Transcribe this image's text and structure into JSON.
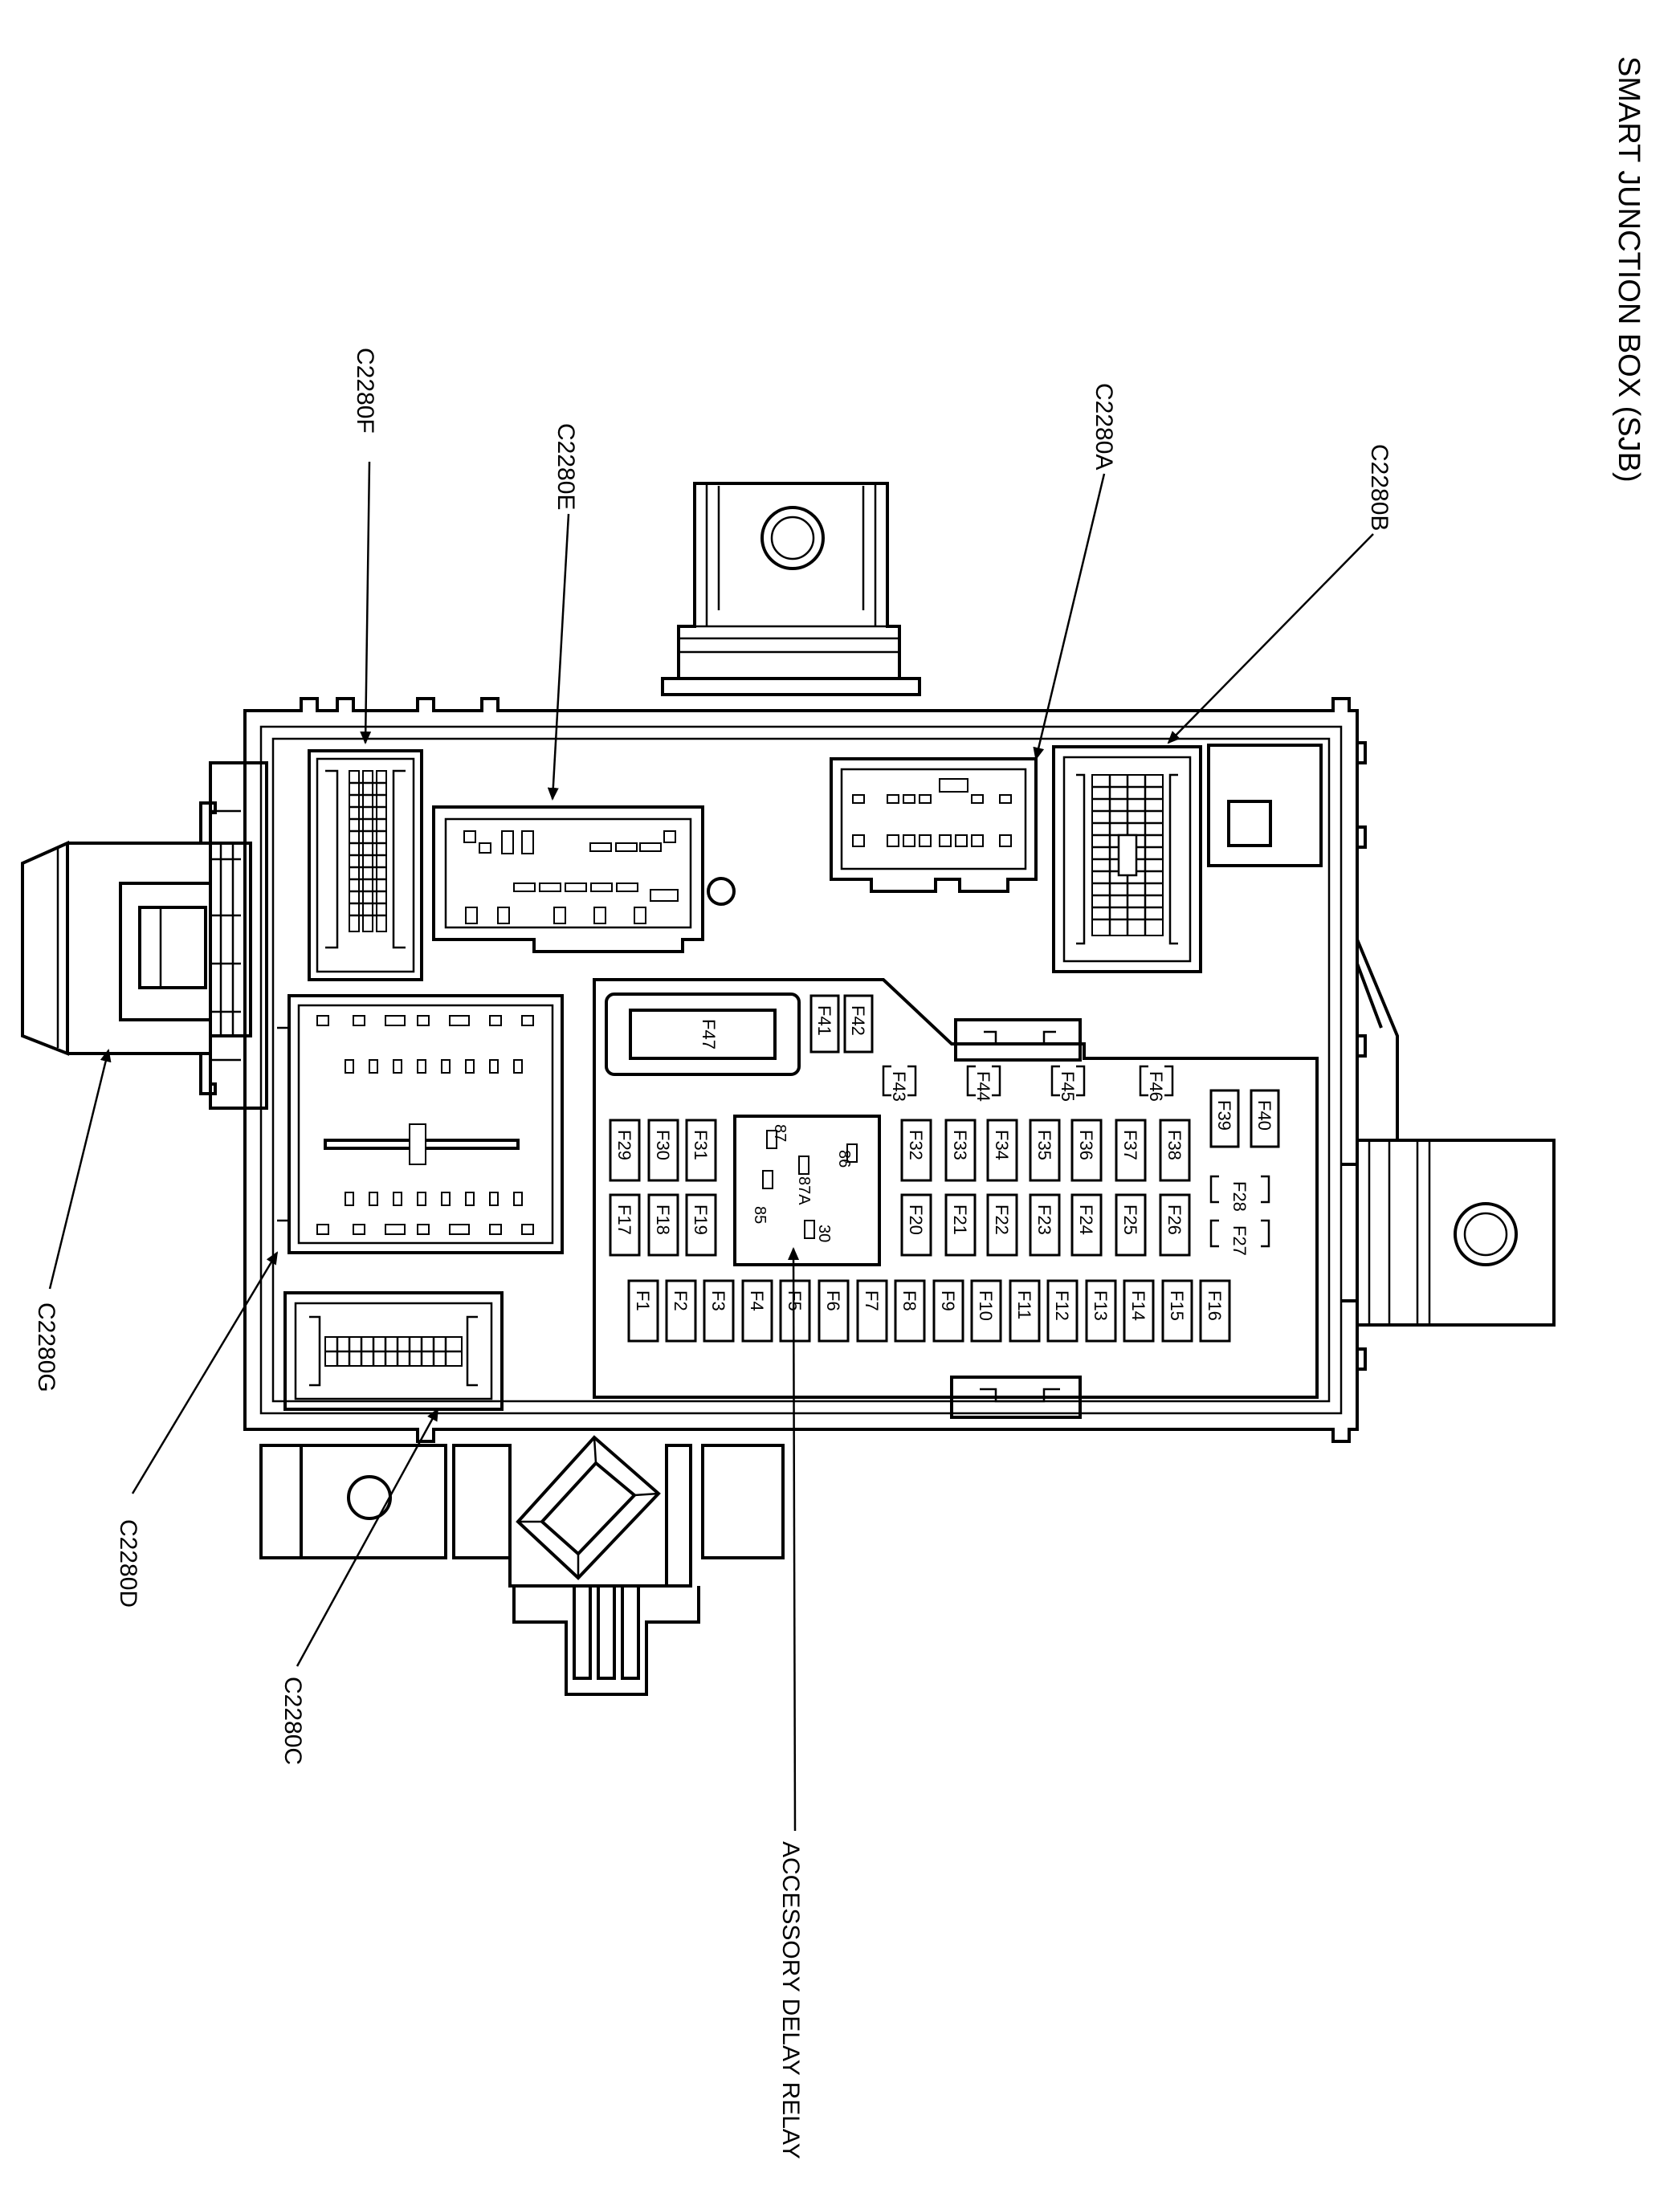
{
  "title": "SMART JUNCTION BOX (SJB)",
  "connectors": {
    "c2280a": "C2280A",
    "c2280b": "C2280B",
    "c2280c": "C2280C",
    "c2280d": "C2280D",
    "c2280e": "C2280E",
    "c2280f": "C2280F",
    "c2280g": "C2280G"
  },
  "relay": {
    "label": "ACCESSORY DELAY RELAY",
    "pins": {
      "p87": "87",
      "p86": "86",
      "p87a": "87A",
      "p85": "85",
      "p30": "30"
    }
  },
  "fuses": {
    "bottom_row": [
      "F1",
      "F2",
      "F3",
      "F4",
      "F5",
      "F6",
      "F7",
      "F8",
      "F9",
      "F10",
      "F11",
      "F12",
      "F13",
      "F14",
      "F15",
      "F16"
    ],
    "middle_row_left": [
      "F17",
      "F18",
      "F19"
    ],
    "middle_row_right": [
      "F20",
      "F21",
      "F22",
      "F23",
      "F24",
      "F25",
      "F26"
    ],
    "top_row_left": [
      "F29",
      "F30",
      "F31"
    ],
    "top_row_right": [
      "F32",
      "F33",
      "F34",
      "F35",
      "F36",
      "F37",
      "F38"
    ],
    "small": [
      "F39",
      "F40",
      "F41",
      "F42"
    ],
    "large": "F47",
    "empty_slots": [
      "F43",
      "F44",
      "F45",
      "F46",
      "F28",
      "F27"
    ]
  }
}
